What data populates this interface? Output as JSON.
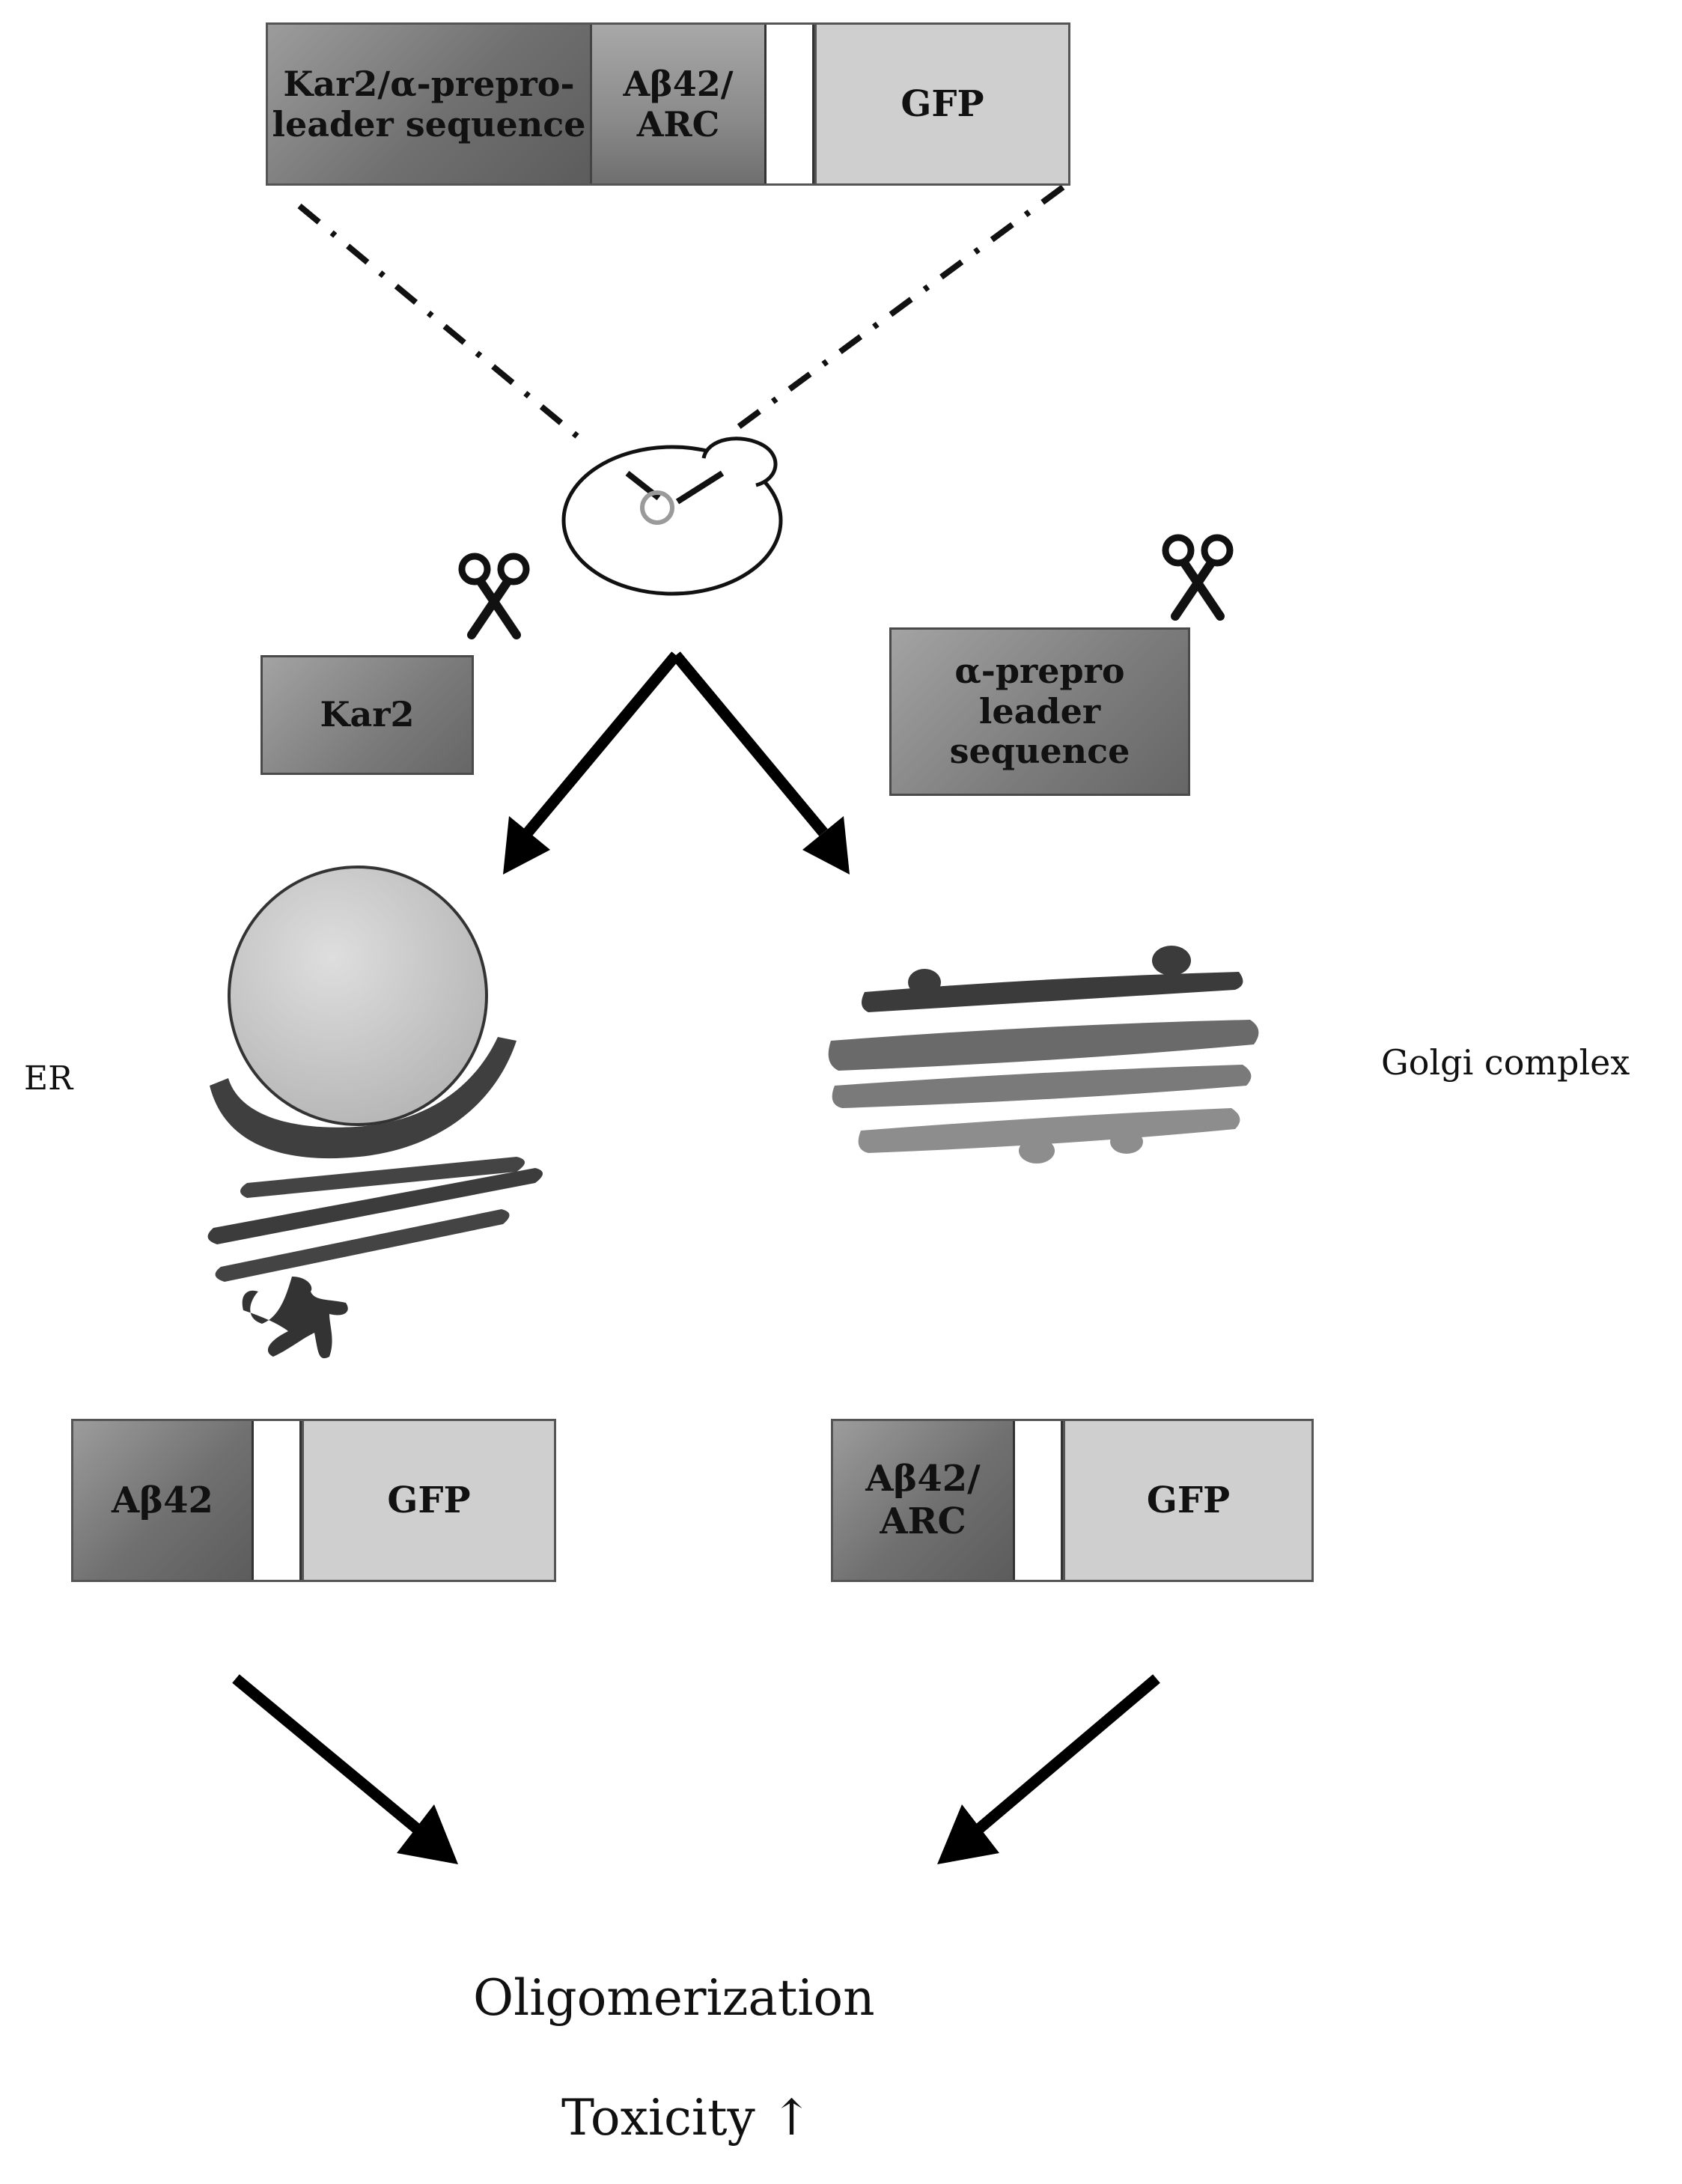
{
  "construct_top": {
    "segment_1": "Kar2/α-prepro-\nleader sequence",
    "segment_2": "Aβ42/\nARC",
    "segment_3": "GFP"
  },
  "cleaved_left": "Kar2",
  "cleaved_right": "α-prepro\nleader\nsequence",
  "organelle_left": "ER",
  "organelle_right": "Golgi complex",
  "product_left": {
    "segment_1": "Aβ42",
    "segment_2": "GFP"
  },
  "product_right": {
    "segment_1": "Aβ42/\nARC",
    "segment_2": "GFP"
  },
  "outcome_1": "Oligomerization",
  "outcome_2": "Toxicity ↑",
  "icons": [
    "scissors-icon",
    "yeast-cell-icon",
    "er-organelle-icon",
    "golgi-organelle-icon"
  ]
}
